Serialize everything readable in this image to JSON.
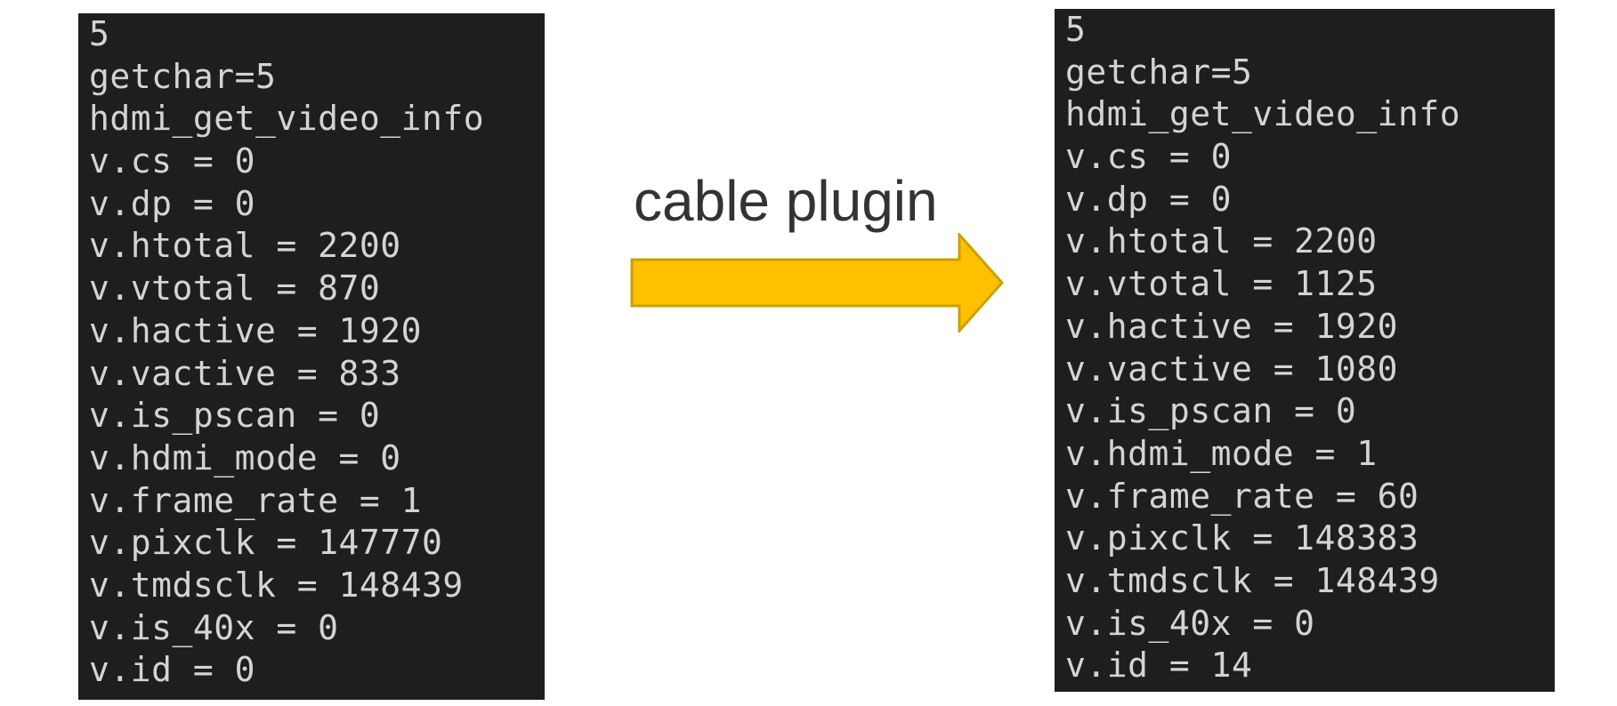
{
  "before": {
    "lines": [
      "5",
      "getchar=5",
      "hdmi_get_video_info",
      "v.cs = 0",
      "v.dp = 0",
      "v.htotal = 2200",
      "v.vtotal = 870",
      "v.hactive = 1920",
      "v.vactive = 833",
      "v.is_pscan = 0",
      "v.hdmi_mode = 0",
      "v.frame_rate = 1",
      "v.pixclk = 147770",
      "v.tmdsclk = 148439",
      "v.is_40x = 0",
      "v.id = 0"
    ]
  },
  "transition": {
    "label": "cable plugin",
    "arrow_color": "#FFC000",
    "arrow_border": "#C9A000"
  },
  "after": {
    "lines": [
      "5",
      "getchar=5",
      "hdmi_get_video_info",
      "v.cs = 0",
      "v.dp = 0",
      "v.htotal = 2200",
      "v.vtotal = 1125",
      "v.hactive = 1920",
      "v.vactive = 1080",
      "v.is_pscan = 0",
      "v.hdmi_mode = 1",
      "v.frame_rate = 60",
      "v.pixclk = 148383",
      "v.tmdsclk = 148439",
      "v.is_40x = 0",
      "v.id = 14"
    ]
  },
  "colors": {
    "terminal_bg": "#1E1E1E",
    "terminal_fg": "#D4D4D4",
    "page_bg": "#FFFFFF"
  }
}
